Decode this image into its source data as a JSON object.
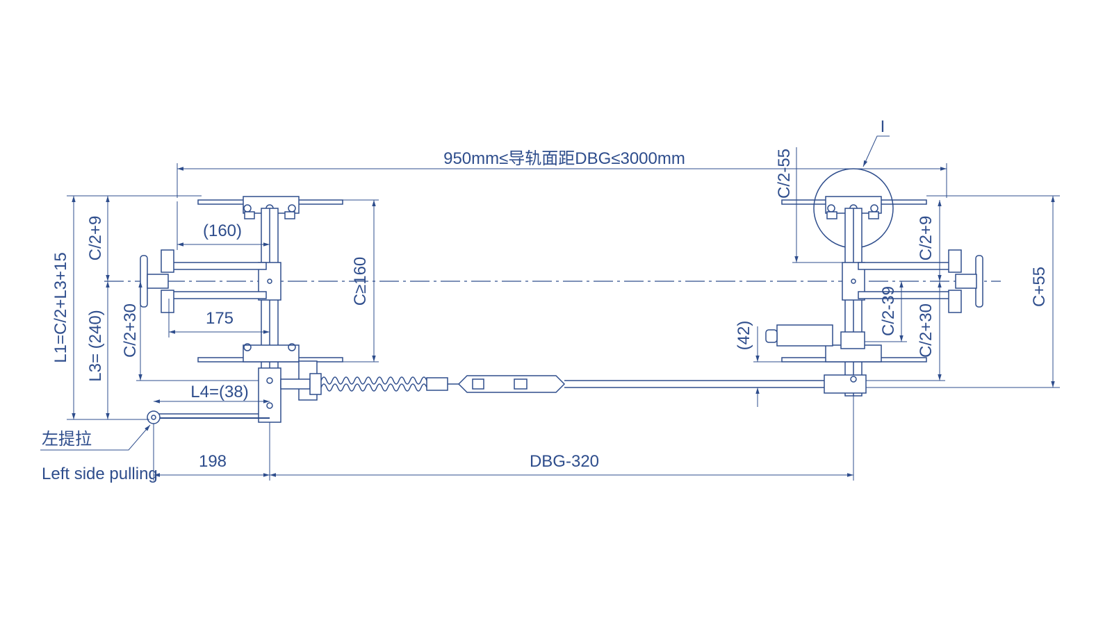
{
  "colors": {
    "line": "#2e4d8c",
    "background": "#ffffff"
  },
  "labels": {
    "dbg_range": "950mm≤导轨面距DBG≤3000mm",
    "detail_mark": "I",
    "dim_160": "(160)",
    "dim_175": "175",
    "dim_c2_plus9_left": "C/2+9",
    "dim_c2_plus30_left": "C/2+30",
    "dim_l1": "L1=C/2+L3+15",
    "dim_l3": "L3= (240)",
    "dim_l4": "L4=(38)",
    "dim_c_ge_160": "C≥160",
    "dim_198": "198",
    "dim_dbg_minus_320": "DBG-320",
    "dim_c2_minus55": "C/2-55",
    "dim_c2_plus9_right": "C/2+9",
    "dim_c2_minus39": "C/2-39",
    "dim_c2_plus30_right": "C/2+30",
    "dim_c_plus55": "C+55",
    "dim_42": "(42)",
    "note_cn": "左提拉",
    "note_en": "Left side pulling"
  }
}
